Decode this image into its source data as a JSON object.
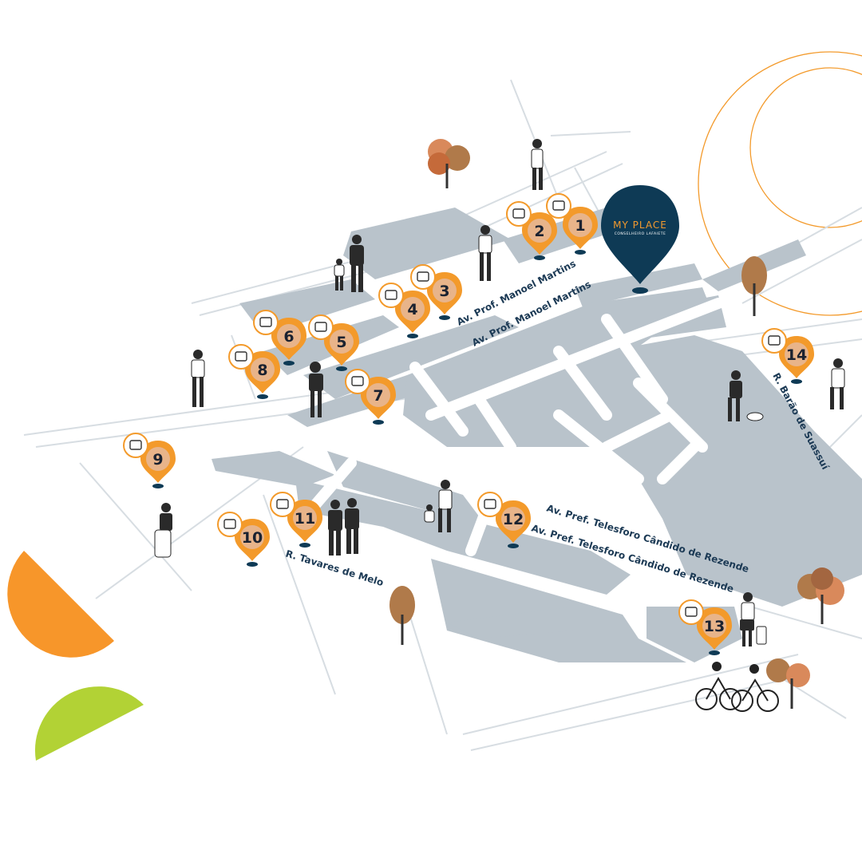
{
  "brand": {
    "title": "MY PLACE",
    "subtitle": "CONSELHEIRO LAFAIETE"
  },
  "streets": [
    {
      "id": "manoel-1",
      "label": "Av. Prof. Manoel Martins"
    },
    {
      "id": "manoel-2",
      "label": "Av. Prof. Manoel Martins"
    },
    {
      "id": "telesforo-1",
      "label": "Av. Pref. Telesforo Cândido de Rezende"
    },
    {
      "id": "telesforo-2",
      "label": "Av. Pref. Telesforo Cândido de Rezende"
    },
    {
      "id": "tavares",
      "label": "R. Tavares de Melo"
    },
    {
      "id": "barao",
      "label": "R. Barão de Suassuí"
    }
  ],
  "pins": [
    {
      "number": "1",
      "icon": "hand-coin-icon"
    },
    {
      "number": "2",
      "icon": "restaurant-icon"
    },
    {
      "number": "3",
      "icon": "hand-coin-icon"
    },
    {
      "number": "4",
      "icon": "pharmacy-icon"
    },
    {
      "number": "5",
      "icon": "mail-icon"
    },
    {
      "number": "6",
      "icon": "graduation-cap-icon"
    },
    {
      "number": "7",
      "icon": "bus-icon"
    },
    {
      "number": "8",
      "icon": "shopping-basket-icon"
    },
    {
      "number": "9",
      "icon": "shopping-basket-icon"
    },
    {
      "number": "10",
      "icon": "bank-icon"
    },
    {
      "number": "11",
      "icon": "pharmacy-icon"
    },
    {
      "number": "12",
      "icon": "pharmacy-icon"
    },
    {
      "number": "13",
      "icon": "doctor-icon"
    },
    {
      "number": "14",
      "icon": "graduation-cap-icon"
    }
  ],
  "colors": {
    "block": "#b9c3cb",
    "road_line": "#d7dde2",
    "pin": "#f39a2b",
    "pin_inner": "#e8b48a",
    "main_pin": "#0e3a55",
    "ring": "#f39a2b",
    "orange_shape": "#f7962a",
    "green_shape": "#b2d235",
    "tree_brown": "#b07a4a",
    "tree_orange": "#d9895b"
  }
}
